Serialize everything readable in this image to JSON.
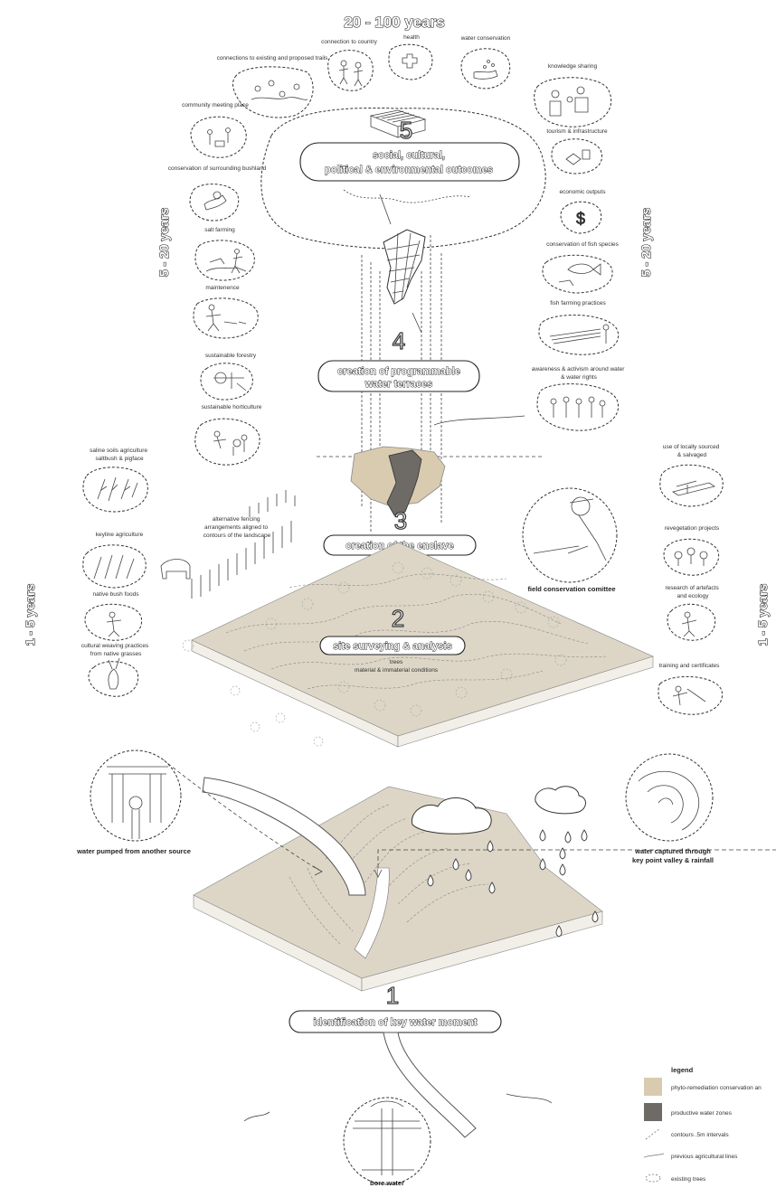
{
  "timeline": {
    "top": "20 - 100 years",
    "left_mid": "5 - 20 years",
    "right_mid": "5 - 20 years",
    "left_low": "1 - 5 years",
    "right_low": "1 - 5 years"
  },
  "stages": {
    "s5": {
      "number": "5",
      "line1": "social, cultural,",
      "line2": "political & environmental outcomes"
    },
    "s4": {
      "number": "4",
      "line1": "creation of programmable",
      "line2": "water terraces"
    },
    "s3": {
      "number": "3",
      "label": "creation of the enclave"
    },
    "s2": {
      "number": "2",
      "label": "site surveying & analysis",
      "sub1": "trees",
      "sub2": "material & immaterial conditions"
    },
    "s1": {
      "number": "1",
      "label": "identification of key water moment"
    }
  },
  "top_items": [
    {
      "label": "connections to existing and proposed trails",
      "icon": "trail-icon"
    },
    {
      "label": "connection to country",
      "icon": "people-icon"
    },
    {
      "label": "health",
      "icon": "plus-icon"
    },
    {
      "label": "water conservation",
      "icon": "hand-water-icon"
    }
  ],
  "left_items": [
    {
      "label": "community meeting place",
      "icon": "meeting-icon"
    },
    {
      "label": "conservation of surrounding bushland",
      "icon": "bushland-icon"
    },
    {
      "label": "salt farming",
      "icon": "salt-farming-icon"
    },
    {
      "label": "maintenence",
      "icon": "maintenance-icon"
    },
    {
      "label": "sustainable forestry",
      "icon": "forestry-icon"
    },
    {
      "label": "sustainable horticulture",
      "icon": "horticulture-icon"
    }
  ],
  "right_items": [
    {
      "label": "knowledge sharing",
      "icon": "knowledge-icon"
    },
    {
      "label": "tourism & infrastructure",
      "icon": "tourism-icon"
    },
    {
      "label": "economic outputs",
      "icon": "dollar-icon"
    },
    {
      "label": "conservation of fish species",
      "icon": "fish-icon"
    },
    {
      "label": "fish farming practices",
      "icon": "fish-farming-icon"
    },
    {
      "label": "awareness & activism around water & water rights",
      "icon": "activism-icon"
    }
  ],
  "lower_left_items": [
    {
      "label": "saline soils agriculture saltbush & pigface",
      "icon": "saltbush-icon"
    },
    {
      "label": "keyline agriculture",
      "icon": "keyline-icon"
    },
    {
      "label": "native bush foods",
      "icon": "bush-foods-icon"
    },
    {
      "label": "cultural weaving practices from native grasses",
      "icon": "weaving-icon"
    }
  ],
  "lower_right_items": [
    {
      "label": "use of locally sourced & salvaged materials",
      "icon": "materials-icon"
    },
    {
      "label": "revegetation projects",
      "icon": "revegetation-icon"
    },
    {
      "label": "research of artefacts and ecology",
      "icon": "research-icon"
    },
    {
      "label": "training and certificates",
      "icon": "training-icon"
    }
  ],
  "annotations": {
    "fencing": "alternative fencing arrangements aligned to contours of the landscape",
    "committee": "field conservation comittee",
    "pumped": "water pumped from another source",
    "captured_1": "water captured through",
    "captured_2": "key point valley & rainfall",
    "bore": "bore water"
  },
  "legend": {
    "title": "legend",
    "items": [
      {
        "label": "phyto-remediation conservation an",
        "swatch": "#d9cbb0",
        "kind": "fill"
      },
      {
        "label": "productive water zones",
        "swatch": "#6e6a66",
        "kind": "fill"
      },
      {
        "label": "contours .5m intervals",
        "swatch": "#777777",
        "kind": "dashed-line"
      },
      {
        "label": "previous agricultural lines",
        "swatch": "#777777",
        "kind": "line"
      },
      {
        "label": "existing trees",
        "swatch": "#777777",
        "kind": "dashed-circle"
      }
    ]
  },
  "colors": {
    "slab": "#ddd6c6",
    "enclave": "#d9cbb0",
    "water": "#6e6a66"
  }
}
